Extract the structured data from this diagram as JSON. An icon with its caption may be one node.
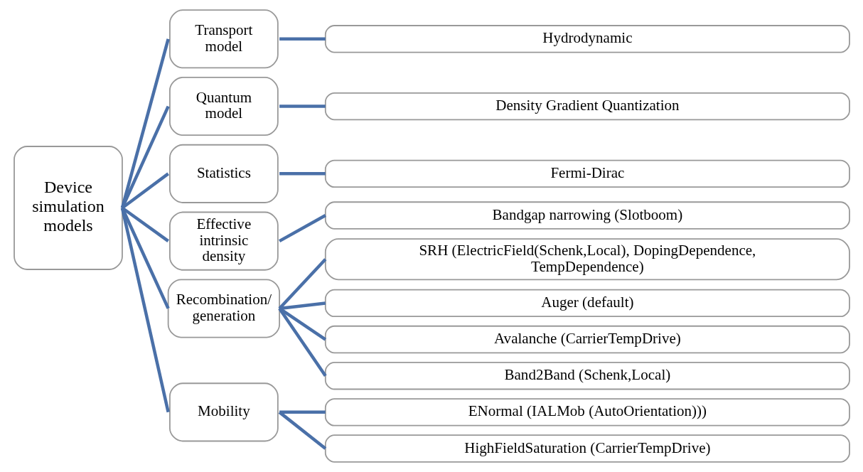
{
  "diagram": {
    "nodes": [
      {
        "text": [
          "Device simulation models"
        ]
      },
      {
        "text": [
          "Transport model"
        ]
      },
      {
        "text": [
          "Quantum model"
        ]
      },
      {
        "text": [
          "Statistics"
        ]
      },
      {
        "text": [
          "Effective intrinsic density"
        ]
      },
      {
        "text": [
          "Recombination/ generation"
        ]
      },
      {
        "text": [
          "Mobility"
        ]
      },
      {
        "text": [
          "Hydrodynamic"
        ]
      },
      {
        "text": [
          "Density Gradient Quantization"
        ]
      },
      {
        "text": [
          "Fermi-Dirac"
        ]
      },
      {
        "text": [
          "Bandgap narrowing (Slotboom)"
        ]
      },
      {
        "text": [
          "SRH (ElectricField(Schenk,Local), DopingDependence, TempDependence)"
        ]
      },
      {
        "text": [
          "Auger (default)"
        ]
      },
      {
        "text": [
          "Avalanche (CarrierTempDrive)"
        ]
      },
      {
        "text": [
          "Band2Band (Schenk,Local)"
        ]
      },
      {
        "text": [
          "ENormal (IALMob (AutoOrientation)))"
        ]
      },
      {
        "text": [
          "HighFieldSaturation (CarrierTempDrive)"
        ]
      }
    ],
    "edges": [
      {
        "from": 0,
        "to": 1,
        "arrow": "none"
      },
      {
        "from": 0,
        "to": 2,
        "arrow": "none"
      },
      {
        "from": 0,
        "to": 3,
        "arrow": "none"
      },
      {
        "from": 0,
        "to": 4,
        "arrow": "none"
      },
      {
        "from": 0,
        "to": 5,
        "arrow": "none"
      },
      {
        "from": 0,
        "to": 6,
        "arrow": "none"
      },
      {
        "from": 1,
        "to": 7,
        "arrow": "none"
      },
      {
        "from": 2,
        "to": 8,
        "arrow": "none"
      },
      {
        "from": 3,
        "to": 9,
        "arrow": "none"
      },
      {
        "from": 4,
        "to": 10,
        "arrow": "none"
      },
      {
        "from": 5,
        "to": 11,
        "arrow": "none"
      },
      {
        "from": 5,
        "to": 12,
        "arrow": "none"
      },
      {
        "from": 5,
        "to": 13,
        "arrow": "none"
      },
      {
        "from": 5,
        "to": 14,
        "arrow": "none"
      },
      {
        "from": 6,
        "to": 15,
        "arrow": "none"
      },
      {
        "from": 6,
        "to": 16,
        "arrow": "none"
      }
    ]
  }
}
